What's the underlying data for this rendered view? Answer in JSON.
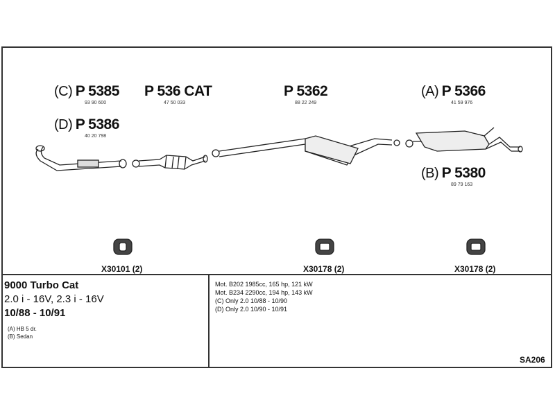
{
  "parts": [
    {
      "prefix": "(C)",
      "number": "P 5385",
      "oe": "93 90 600"
    },
    {
      "prefix": "",
      "number": "P 536 CAT",
      "oe": "47 50 033"
    },
    {
      "prefix": "(D)",
      "number": "P 5386",
      "oe": "40 20 798"
    },
    {
      "prefix": "",
      "number": "P 5362",
      "oe": "88 22 249"
    },
    {
      "prefix": "(A)",
      "number": "P 5366",
      "oe": "41 59 976"
    },
    {
      "prefix": "(B)",
      "number": "P 5380",
      "oe": "89 79 163"
    }
  ],
  "clamps": [
    {
      "label": "X30101 (2)"
    },
    {
      "label": "X30178 (2)"
    },
    {
      "label": "X30178 (2)"
    }
  ],
  "vehicle": {
    "model": "9000 Turbo Cat",
    "engines": "2.0 i - 16V, 2.3 i - 16V",
    "years": "10/88 - 10/91",
    "variants": [
      "(A) HB 5 dr.",
      "(B) Sedan"
    ]
  },
  "notes": [
    "Mot. B202 1985cc, 165 hp, 121 kW",
    "Mot. B234 2290cc, 194 hp, 143 kW",
    "(C) Only 2.0 10/88 - 10/90",
    "(D) Only 2.0 10/90 - 10/91"
  ],
  "diagram_code": "SA206"
}
